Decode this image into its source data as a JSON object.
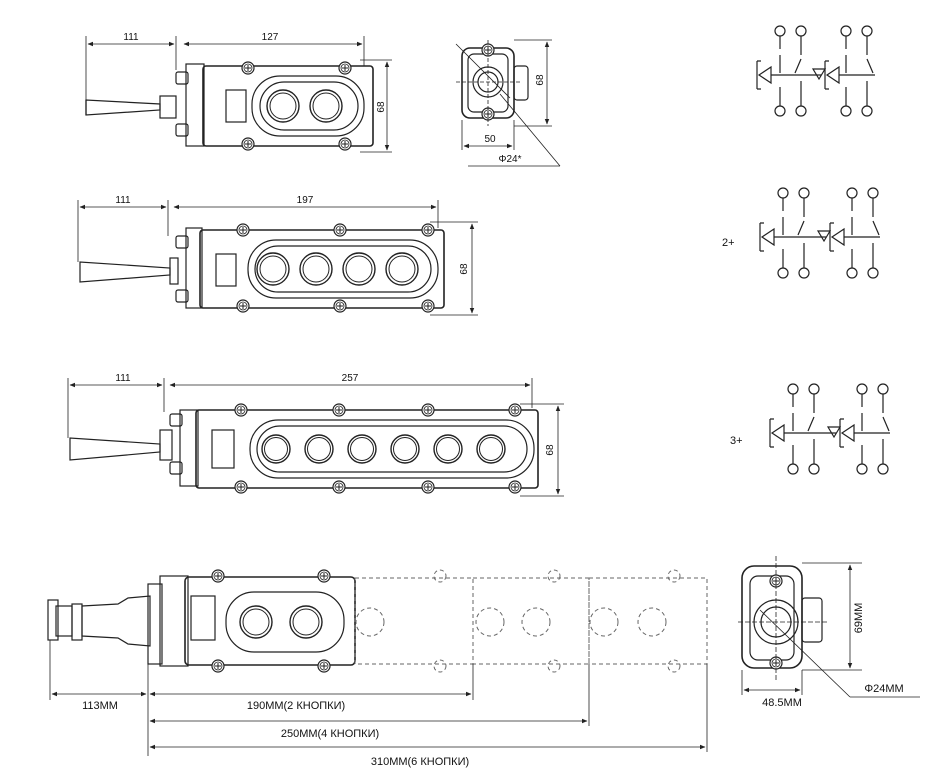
{
  "dims": {
    "v1_cable": "111",
    "v1_len": "127",
    "v1_h": "68",
    "end_h": "68",
    "end_w": "50",
    "end_d": "Φ24*",
    "v2_cable": "111",
    "v2_len": "197",
    "v2_h": "68",
    "v3_cable": "111",
    "v3_len": "257",
    "v3_h": "68",
    "bottom_cable": "113MM",
    "len_2": "190MM(2 КНОПКИ)",
    "len_4": "250MM(4 КНОПКИ)",
    "len_6": "310MM(6 КНОПКИ)",
    "bottom_end_h": "69MM",
    "bottom_end_w": "48.5MM",
    "bottom_end_d": "Φ24MM"
  },
  "schematics": {
    "s2_label": "2+",
    "s3_label": "3+"
  }
}
